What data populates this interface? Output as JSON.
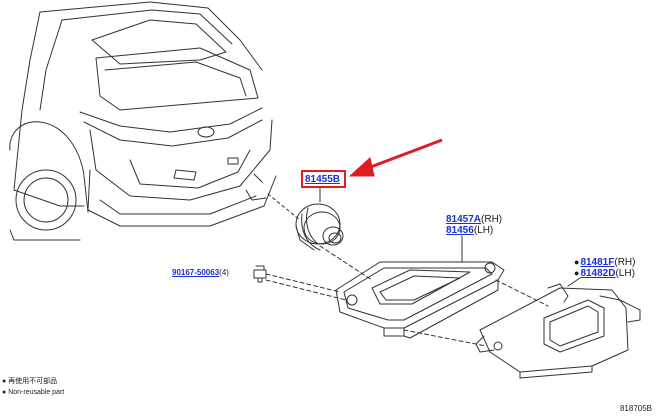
{
  "parts": {
    "lamp_assy": {
      "number": "81455B"
    },
    "bezel": {
      "number_rh": "81457A",
      "suffix_rh": "(RH)",
      "number_lh": "81456",
      "suffix_lh": "(LH)"
    },
    "bracket": {
      "number_rh": "81481F",
      "suffix_rh": "(RH)",
      "number_lh": "81482D",
      "suffix_lh": "(LH)"
    },
    "screw": {
      "number": "90167-50063",
      "qty": "(4)"
    }
  },
  "legend": {
    "jp": "再使用不可部品",
    "en": "Non-reusable part"
  },
  "diagram_no": "818705B",
  "colors": {
    "part_link": "#1a2fd6",
    "highlight": "#e21b23",
    "line": "#333333"
  }
}
